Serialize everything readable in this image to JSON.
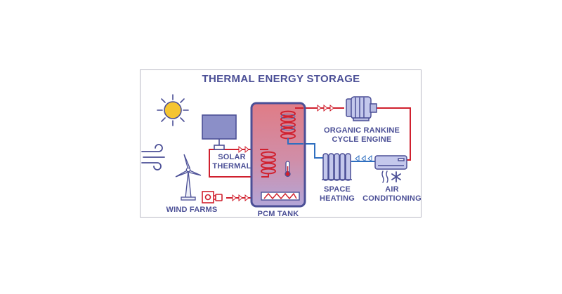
{
  "title": "THERMAL ENERGY STORAGE",
  "labels": {
    "solar_thermal": "SOLAR\nTHERMAL",
    "wind_farms": "WIND FARMS",
    "pcm_tank": "PCM TANK",
    "orc_engine": "ORGANIC RANKINE\nCYCLE ENGINE",
    "space_heating": "SPACE\nHEATING",
    "air_conditioning": "AIR\nCONDITIONING"
  },
  "icons": [
    "sun-icon",
    "wind-icon",
    "wind-turbine-icon",
    "solar-panel-icon",
    "power-outlet-icon",
    "plug-icon",
    "thermometer-icon",
    "heating-coil-icon",
    "orc-engine-icon",
    "radiator-icon",
    "air-conditioner-icon",
    "snowflake-icon"
  ],
  "colors": {
    "outline": "#4b4f96",
    "hot_pipe": "#d0202e",
    "cold_pipe": "#2f6fc0",
    "tank_top": "#e08088",
    "tank_bottom": "#b9a8d6",
    "sun": "#f5c531"
  }
}
